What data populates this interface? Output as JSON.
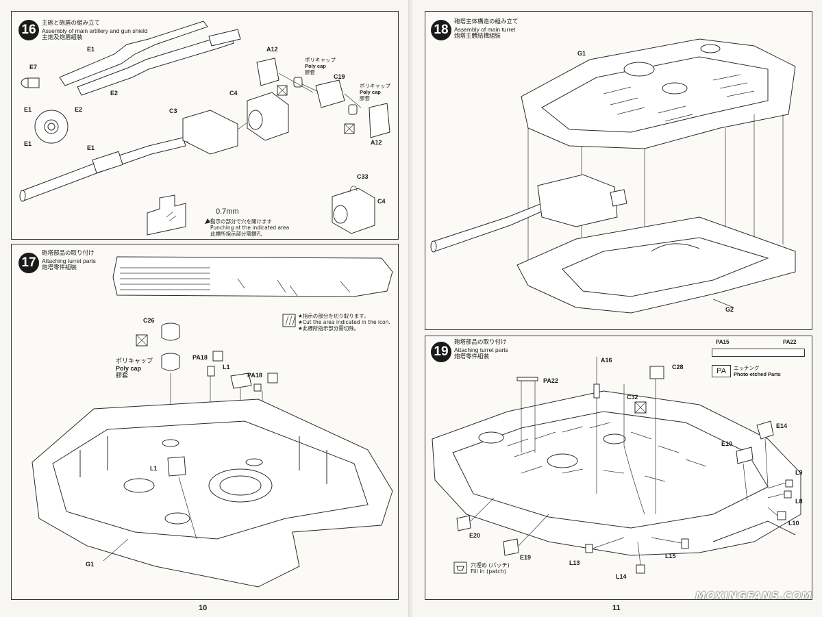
{
  "pages": {
    "left": "10",
    "right": "11"
  },
  "step16": {
    "number": "16",
    "title_jp": "主砲と砲盾の組み立て",
    "title_en": "Assembly of main artillery and gun shield",
    "title_cn": "主炮及炮盾組裝",
    "parts": [
      "E1",
      "E7",
      "E2",
      "E1",
      "E2",
      "E1",
      "E1",
      "C3",
      "C4",
      "A12",
      "C19",
      "A12",
      "C33",
      "C4"
    ],
    "polycap1": {
      "jp": "ポリキャップ",
      "en": "Poly cap",
      "cn": "膠套"
    },
    "polycap2": {
      "jp": "ポリキャップ",
      "en": "Poly cap",
      "cn": "膠套"
    },
    "drill": "0.7mm",
    "punch_jp": "指示の部分で穴を開けます",
    "punch_en": "Punching at the indicated area",
    "punch_cn": "此標所指示部分需鑽孔"
  },
  "step17": {
    "number": "17",
    "title_jp": "砲塔部品の取り付け",
    "title_en": "Attaching turret parts",
    "title_cn": "炮塔零件組裝",
    "cut_jp": "★指示の部分を切り取ります。",
    "cut_en": "★Cut the area indicated in the icon.",
    "cut_cn": "★此標所指示部分需切除。",
    "polycap": {
      "jp": "ポリキャップ",
      "en": "Poly cap",
      "cn": "膠套"
    },
    "parts": [
      "C26",
      "PA18",
      "L1",
      "PA18",
      "L1",
      "G1"
    ]
  },
  "step18": {
    "number": "18",
    "title_jp": "砲塔主体構造の組み立て",
    "title_en": "Assembly of main turret",
    "title_cn": "炮塔主體結構組裝",
    "parts": [
      "G1",
      "G2"
    ]
  },
  "step19": {
    "number": "19",
    "title_jp": "砲塔部品の取り付け",
    "title_en": "Attaching turret parts",
    "title_cn": "炮塔零件組裝",
    "pe_parts": [
      "PA15",
      "PA22"
    ],
    "pe_code": "PA",
    "pe_jp": "エッチング",
    "pe_en": "Photo-etched Parts",
    "parts": [
      "A16",
      "C28",
      "PA22",
      "C32",
      "E14",
      "E10",
      "L9",
      "L8",
      "L10",
      "E20",
      "E19",
      "L13",
      "L14",
      "L15"
    ],
    "fill_jp": "穴埋め (パッチ)",
    "fill_en": "Fill in (patch)"
  },
  "watermark": "MOXINGFANS.COM"
}
